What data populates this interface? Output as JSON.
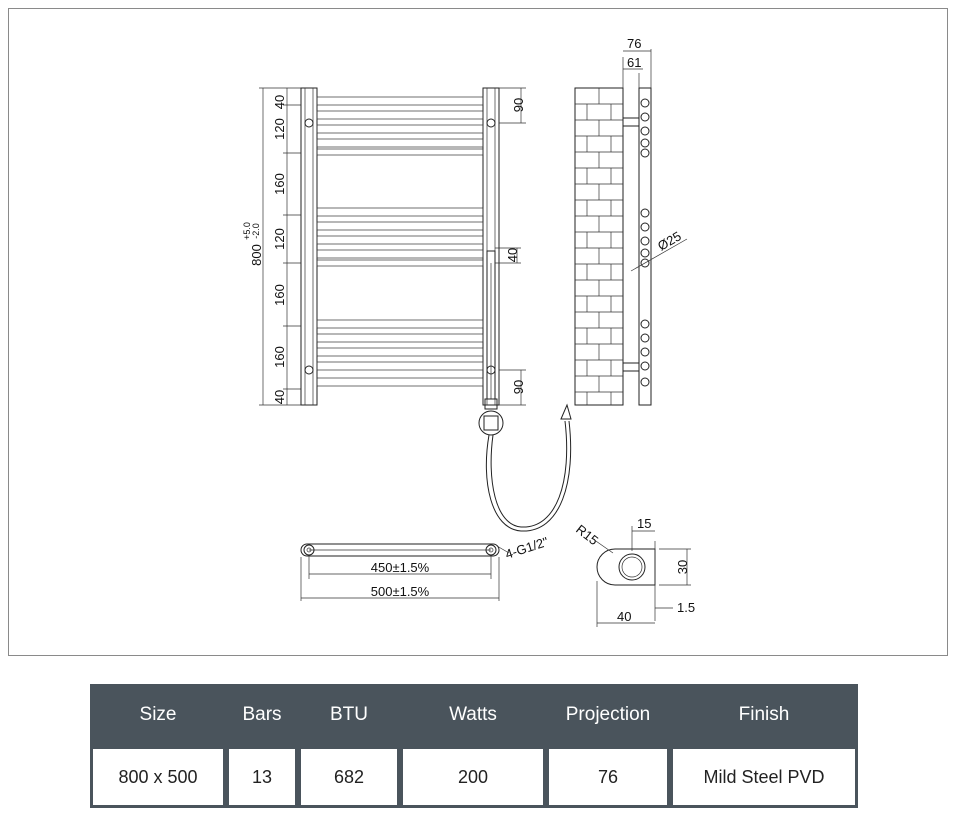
{
  "drawing": {
    "front_left_dims": [
      "40",
      "120",
      "160",
      "120",
      "160",
      "160",
      "40"
    ],
    "overall_height": "800",
    "tol_plus": "+5.0",
    "tol_minus": "-2.0",
    "right_top_dim": "90",
    "right_mid_dim": "40",
    "right_bottom_dim": "90",
    "side_depth_outer": "76",
    "side_depth_inner": "61",
    "tube_diameter": "Ø25",
    "thread_spec": "4-G1/2\"",
    "width_centers": "450±1.5%",
    "width_overall": "500±1.5%",
    "radius": "R15",
    "profile_15": "15",
    "profile_30": "30",
    "profile_1_5": "1.5",
    "profile_40": "40"
  },
  "table": {
    "headers": [
      "Size",
      "Bars",
      "BTU",
      "Watts",
      "Projection",
      "Finish"
    ],
    "values": [
      "800 x 500",
      "13",
      "682",
      "200",
      "76",
      "Mild Steel PVD"
    ]
  }
}
